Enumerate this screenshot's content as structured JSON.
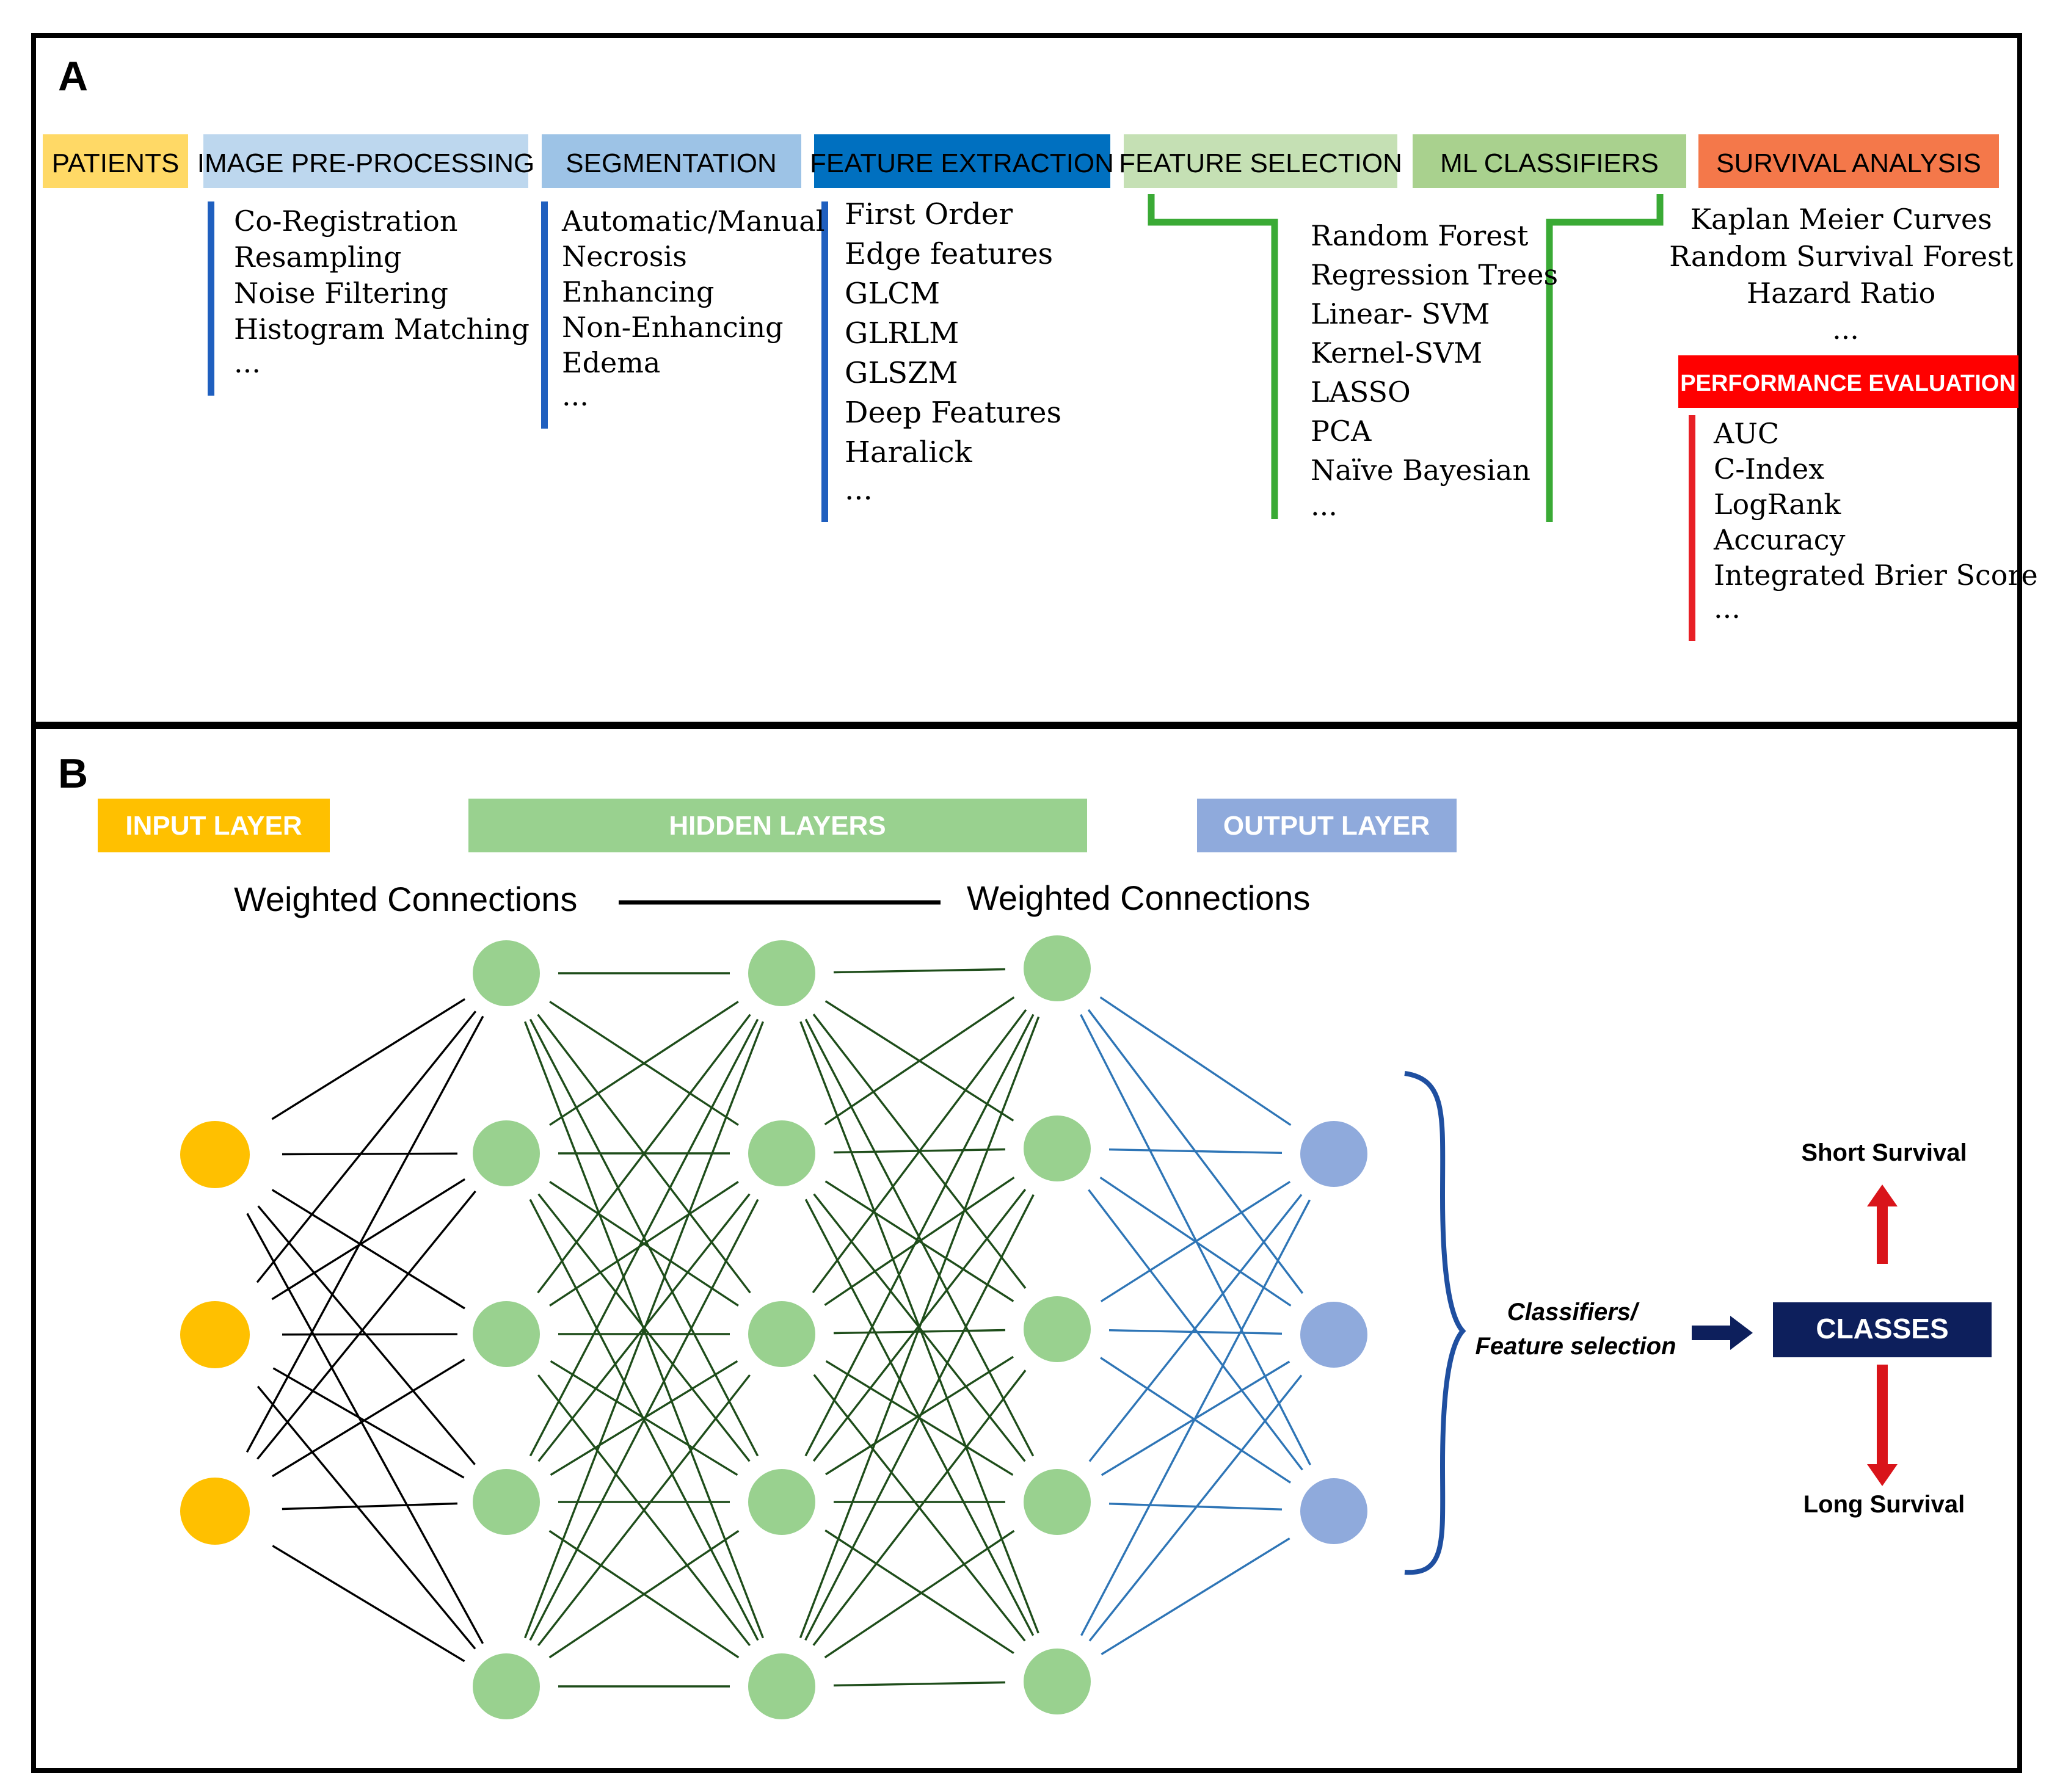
{
  "panel_a": {
    "label": "A",
    "stages": [
      {
        "key": "patients",
        "label": "PATIENTS",
        "color": "#ffd966"
      },
      {
        "key": "preprocessing",
        "label": "IMAGE PRE-PROCESSING",
        "color": "#bdd7ee"
      },
      {
        "key": "segmentation",
        "label": "SEGMENTATION",
        "color": "#9dc3e6"
      },
      {
        "key": "extraction",
        "label": "FEATURE EXTRACTION",
        "color": "#0070c0"
      },
      {
        "key": "selection",
        "label": "FEATURE SELECTION",
        "color": "#c5e0b4"
      },
      {
        "key": "classifiers",
        "label": "ML CLASSIFIERS",
        "color": "#a9d18e"
      },
      {
        "key": "survival",
        "label": "SURVIVAL ANALYSIS",
        "color": "#f4784a"
      }
    ],
    "preprocessing_items": [
      "Co-Registration",
      "Resampling",
      "Noise Filtering",
      "Histogram Matching",
      "..."
    ],
    "segmentation_items": [
      "Automatic/Manual",
      "Necrosis",
      "Enhancing",
      "Non-Enhancing",
      "Edema",
      "..."
    ],
    "extraction_items": [
      "First Order",
      "Edge features",
      "GLCM",
      "GLRLM",
      "GLSZM",
      "Deep Features",
      "Haralick",
      "..."
    ],
    "classifier_items": [
      "Random Forest",
      "Regression Trees",
      "Linear- SVM",
      "Kernel-SVM",
      "LASSO",
      "PCA",
      "Naïve Bayesian",
      "..."
    ],
    "survival_items": [
      "Kaplan Meier Curves",
      "Random Survival Forest",
      "Hazard Ratio",
      "..."
    ],
    "performance": {
      "label": "PERFORMANCE EVALUATION",
      "color": "#ff0000",
      "items": [
        "AUC",
        "C-Index",
        "LogRank",
        "Accuracy",
        "Integrated Brier Score",
        "..."
      ]
    },
    "colors": {
      "blue_bar": "#1f5fbf",
      "green_bracket": "#3aaa35",
      "red_bar": "#e81f25"
    }
  },
  "panel_b": {
    "label": "B",
    "layers": {
      "input": {
        "label": "INPUT LAYER",
        "color": "#ffc000"
      },
      "hidden": {
        "label": "HIDDEN LAYERS",
        "color": "#99d18f"
      },
      "output": {
        "label": "OUTPUT LAYER",
        "color": "#8faadc"
      }
    },
    "weighted_left": "Weighted Connections",
    "weighted_right": "Weighted Connections",
    "classifier_text": [
      "Classifiers/",
      "Feature selection"
    ],
    "classes_label": "CLASSES",
    "short_survival": "Short Survival",
    "long_survival": "Long Survival",
    "colors": {
      "input_node": "#ffc000",
      "hidden_node": "#99d18f",
      "output_node": "#8faadc",
      "black_lines": "#000000",
      "green_lines": "#1e4d1a",
      "blue_lines": "#2e75b6",
      "brace": "#1f4fa0",
      "classes_box": "#0d1f5c",
      "arrow_red": "#d9141a",
      "arrow_navy": "#0d1f5c"
    }
  }
}
